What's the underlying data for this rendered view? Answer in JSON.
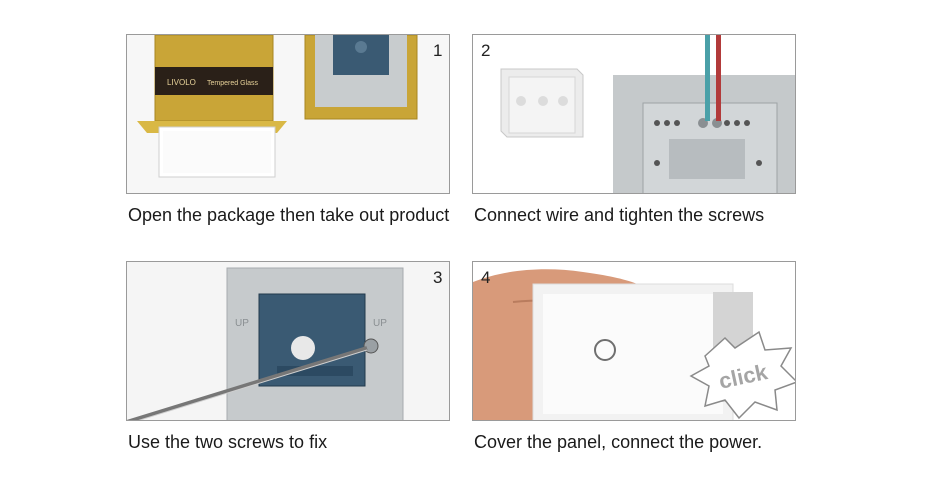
{
  "steps": [
    {
      "number": "1",
      "caption": "Open the package then take out product"
    },
    {
      "number": "2",
      "caption": "Connect wire and tighten the screws"
    },
    {
      "number": "3",
      "caption": "Use the two screws to fix"
    },
    {
      "number": "4",
      "caption": "Cover the panel, connect the power."
    }
  ],
  "illustrations": {
    "package_brand": "LIVOLO",
    "package_text": "Tempered Glass",
    "up_label": "UP",
    "click_label": "click"
  },
  "colors": {
    "box_gold": "#c9a537",
    "panel_gray": "#bfc3c6",
    "circuit_blue": "#3a5a73",
    "wire_red": "#b23a3a",
    "wire_teal": "#4aa0a8"
  }
}
